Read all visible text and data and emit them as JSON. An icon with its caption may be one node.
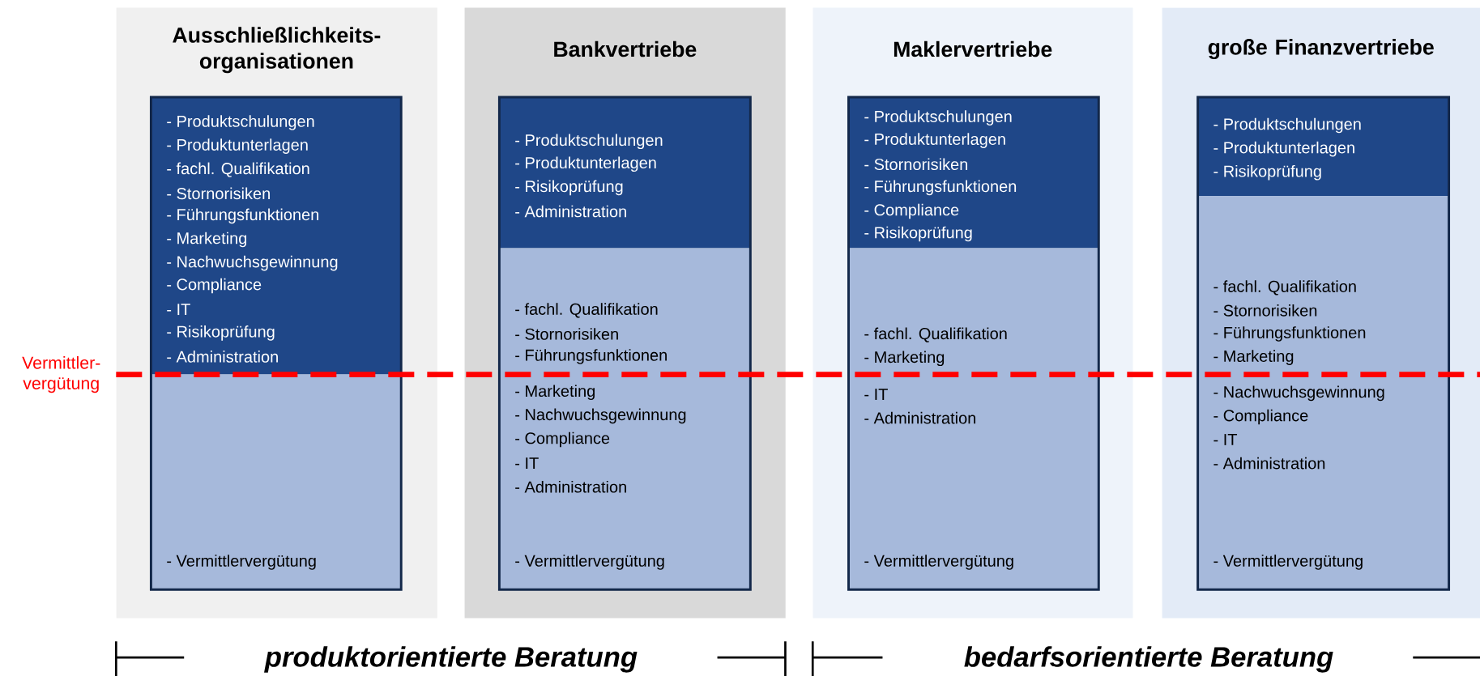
{
  "diagram": {
    "nodes": [
      {
        "text": [
          "Ausschließlichkeits- organisationen"
        ]
      },
      {
        "text": [
          "- Produktschulungen",
          "- Produktunterlagen",
          "- fachl. Qualifikation",
          "- Stornorisiken",
          "- Führungsfunktionen",
          "- Marketing",
          "- Nachwuchsgewinnung",
          "- Compliance",
          "- IT",
          "- Risikoprüfung",
          "- Administration"
        ],
        "in": 0
      },
      {
        "text": [
          "- Vermittlervergütung"
        ],
        "in": 0
      },
      {
        "text": [
          "Bankvertriebe"
        ]
      },
      {
        "text": [
          "- Produktschulungen",
          "- Produktunterlagen",
          "- Risikoprüfung",
          "- Administration"
        ],
        "in": 3
      },
      {
        "text": [
          "- fachl. Qualifikation",
          "- Stornorisiken",
          "- Führungsfunktionen",
          "- Marketing",
          "- Nachwuchsgewinnung",
          "- Compliance",
          "- IT",
          "- Administration",
          "- Vermittlervergütung"
        ],
        "in": 3
      },
      {
        "text": [
          "Maklervertriebe"
        ]
      },
      {
        "text": [
          "- Produktschulungen",
          "- Produktunterlagen",
          "- Stornorisiken",
          "- Führungsfunktionen",
          "- Compliance",
          "- Risikoprüfung"
        ],
        "in": 6
      },
      {
        "text": [
          "- fachl. Qualifikation",
          "- Marketing",
          "- IT",
          "- Administration",
          "- Vermittlervergütung"
        ],
        "in": 6
      },
      {
        "text": [
          "große Finanzvertriebe"
        ]
      },
      {
        "text": [
          "- Produktschulungen",
          "- Produktunterlagen",
          "- Risikoprüfung"
        ],
        "in": 9
      },
      {
        "text": [
          "- fachl. Qualifikation",
          "- Stornorisiken",
          "- Führungsfunktionen",
          "- Marketing",
          "- Nachwuchsgewinnung",
          "- Compliance",
          "- IT",
          "- Administration",
          "- Vermittlervergütung"
        ],
        "in": 9
      }
    ],
    "labels": [
      "Vermittler- vergütung",
      "produktorientierte Beratung",
      "bedarfsorientierte Beratung"
    ]
  }
}
